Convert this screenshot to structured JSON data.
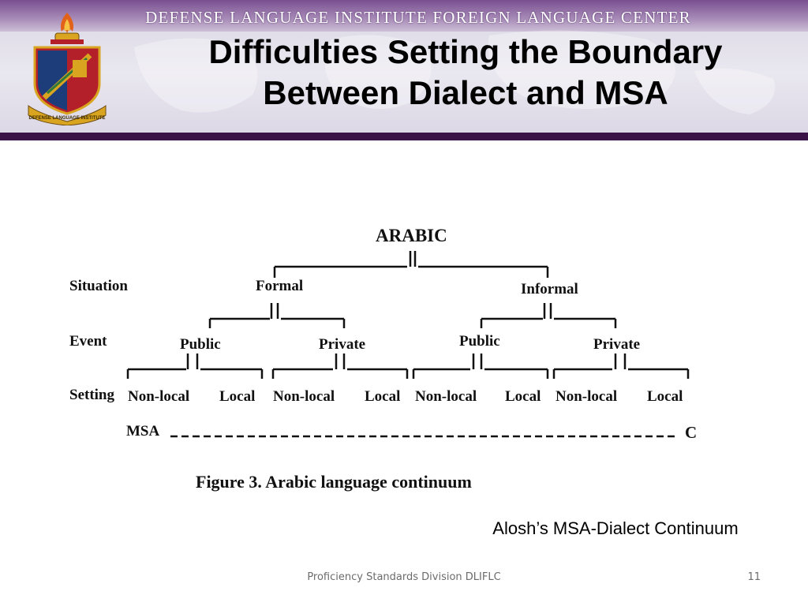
{
  "header": {
    "institute_name": "DEFENSE LANGUAGE INSTITUTE FOREIGN LANGUAGE CENTER",
    "title_line1": "Difficulties Setting the Boundary",
    "title_line2": "Between Dialect and MSA",
    "crest_icon": "dli-crest-icon",
    "crest_text": "DEFENSE LANGUAGE INSTITUTE"
  },
  "diagram": {
    "root": "ARABIC",
    "row_labels": {
      "situation": "Situation",
      "event": "Event",
      "setting": "Setting"
    },
    "situations": [
      "Formal",
      "Informal"
    ],
    "events": [
      "Public",
      "Private",
      "Public",
      "Private"
    ],
    "settings": [
      "Non-local",
      "Local",
      "Non-local",
      "Local",
      "Non-local",
      "Local",
      "Non-local",
      "Local"
    ],
    "continuum_start": "MSA",
    "continuum_end": "C",
    "figure_caption": "Figure 3. Arabic language continuum"
  },
  "caption": "Alosh’s MSA-Dialect Continuum",
  "footer": {
    "text": "Proficiency Standards Division DLIFLC",
    "page_number": "11"
  },
  "colors": {
    "banner": "#7a4f91",
    "rule": "#3b1248",
    "crest_red": "#b3202a",
    "crest_gold": "#d9a521"
  }
}
